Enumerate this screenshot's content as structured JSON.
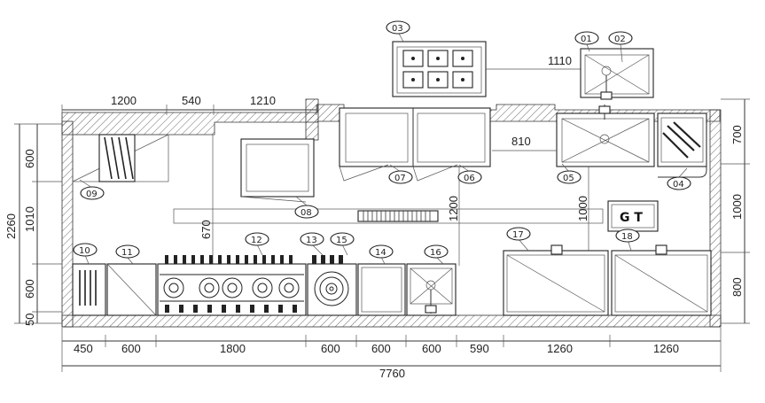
{
  "diagram": {
    "top_dims": [
      "1200",
      "540",
      "1210"
    ],
    "dim_1110": "1110",
    "dim_810": "810",
    "left_dims": [
      "2260",
      "600",
      "1010",
      "600",
      "50"
    ],
    "right_dims": [
      "700",
      "1000",
      "800"
    ],
    "mid_dims": [
      "670",
      "1200",
      "1000"
    ],
    "bottom_dims": [
      "450",
      "600",
      "1800",
      "600",
      "600",
      "600",
      "590",
      "1260",
      "1260"
    ],
    "total_width": "7760",
    "grease_trap_label": "G T",
    "tags": [
      "01",
      "02",
      "03",
      "04",
      "05",
      "06",
      "07",
      "08",
      "09",
      "10",
      "11",
      "12",
      "13",
      "14",
      "15",
      "16",
      "17",
      "18"
    ]
  }
}
